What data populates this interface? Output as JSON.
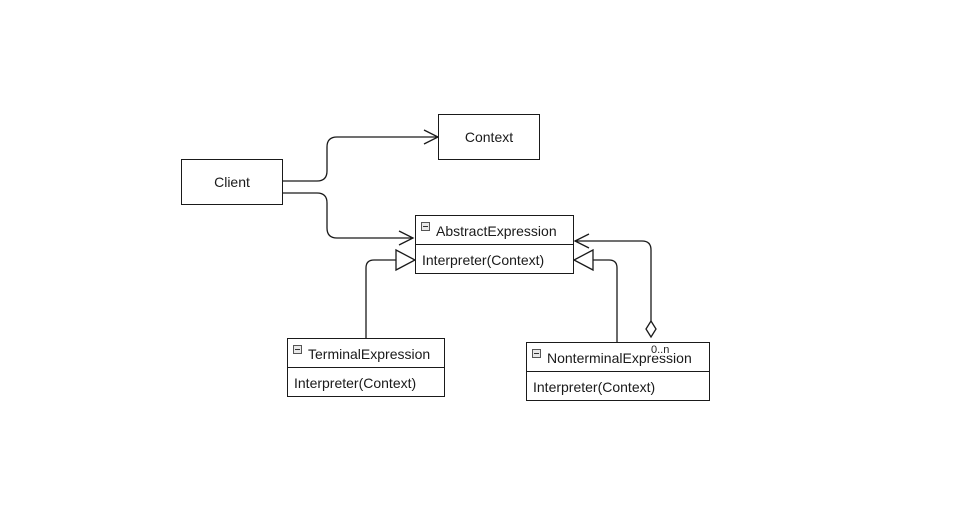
{
  "nodes": {
    "client": {
      "label": "Client"
    },
    "context": {
      "label": "Context"
    },
    "abstract_expression": {
      "name": "AbstractExpression",
      "method": "Interpreter(Context)"
    },
    "terminal_expression": {
      "name": "TerminalExpression",
      "method": "Interpreter(Context)"
    },
    "nonterminal_expression": {
      "name": "NonterminalExpression",
      "method": "Interpreter(Context)"
    }
  },
  "edges": [
    {
      "from": "client",
      "to": "context",
      "type": "association"
    },
    {
      "from": "client",
      "to": "abstract_expression",
      "type": "association"
    },
    {
      "from": "terminal_expression",
      "to": "abstract_expression",
      "type": "generalization"
    },
    {
      "from": "nonterminal_expression",
      "to": "abstract_expression",
      "type": "generalization"
    },
    {
      "from": "nonterminal_expression",
      "to": "abstract_expression",
      "type": "aggregation",
      "multiplicity": "0..n"
    }
  ],
  "icons": {
    "collapse": "collapse-icon"
  },
  "colors": {
    "line": "#1a1a1a",
    "background": "#ffffff"
  }
}
